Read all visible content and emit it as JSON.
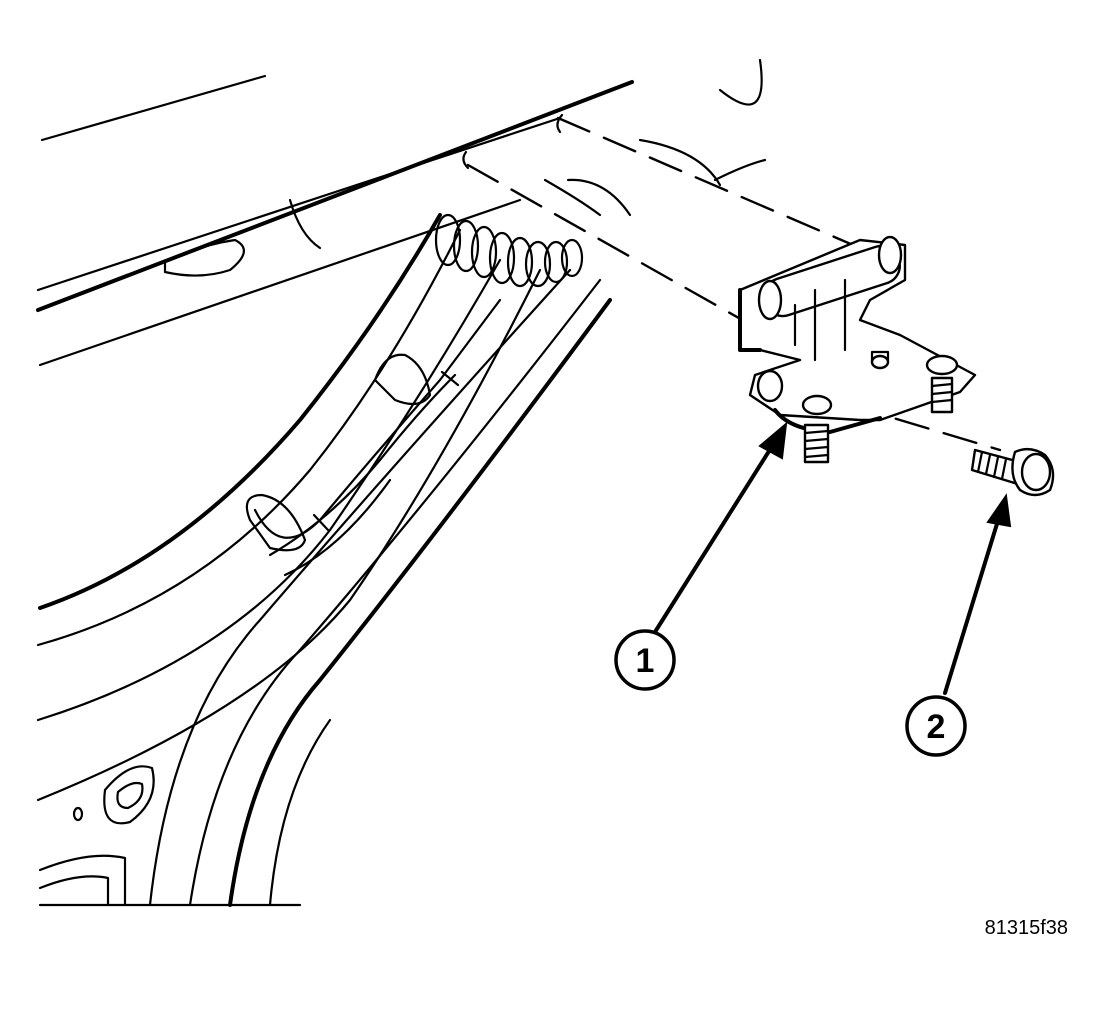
{
  "figure_code": "81315f38",
  "callouts": [
    {
      "number": "1"
    },
    {
      "number": "2"
    }
  ],
  "style": {
    "line_color": "#000000",
    "background": "#ffffff"
  }
}
